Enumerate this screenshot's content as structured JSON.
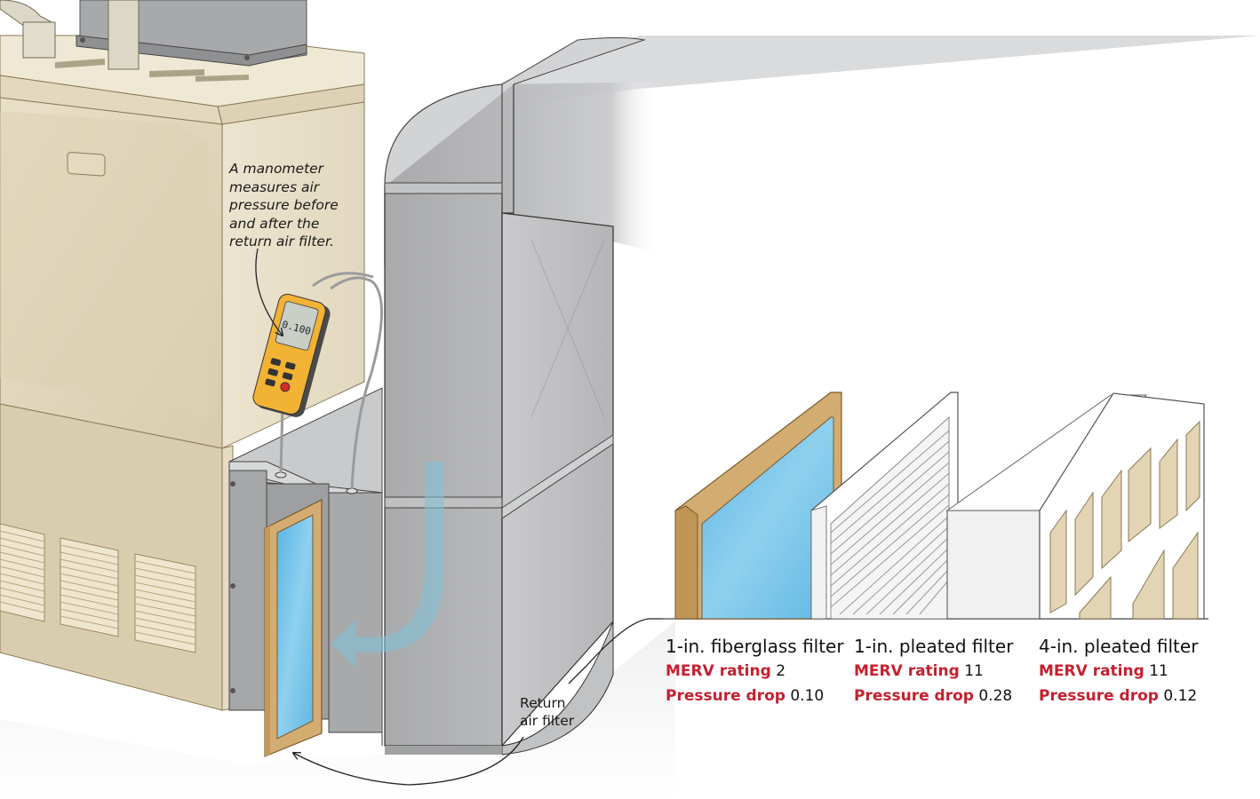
{
  "annotation": {
    "lines": [
      "A manometer",
      "measures air",
      "pressure before",
      "and after the",
      "return air filter."
    ]
  },
  "manometer": {
    "display_reading": "0.100"
  },
  "callout": {
    "lines": [
      "Return",
      "air filter"
    ]
  },
  "filters": [
    {
      "title": "1-in. fiberglass filter",
      "merv_label": "MERV rating",
      "merv_value": "2",
      "pressure_label": "Pressure drop",
      "pressure_value": "0.10"
    },
    {
      "title": "1-in. pleated filter",
      "merv_label": "MERV rating",
      "merv_value": "11",
      "pressure_label": "Pressure drop",
      "pressure_value": "0.28"
    },
    {
      "title": "4-in. pleated filter",
      "merv_label": "MERV rating",
      "merv_value": "11",
      "pressure_label": "Pressure drop",
      "pressure_value": "0.12"
    }
  ],
  "colors": {
    "label_red": "#c4202f",
    "furnace_beige": "#e3d9bf",
    "duct_gray": "#b9babc",
    "filter_blue": "#6cc0e6",
    "filter_frame": "#d3ac72",
    "airflow_arrow": "#7fc2d8"
  }
}
